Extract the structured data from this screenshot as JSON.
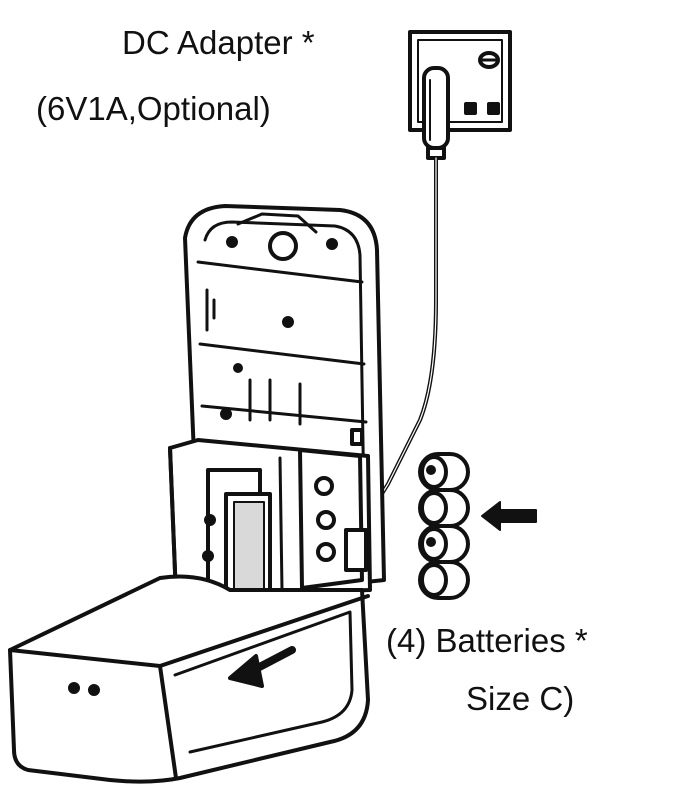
{
  "labels": {
    "adapter": "DC Adapter *",
    "adapter_spec": "(6V1A,Optional)",
    "batteries": "(4) Batteries *",
    "battery_size": "Size  C)"
  },
  "colors": {
    "ink": "#111111",
    "paper": "#ffffff",
    "shade": "#d9d9d9"
  },
  "icons": [
    "wall-outlet-icon",
    "power-plug-icon",
    "battery-icon",
    "arrow-left-icon"
  ]
}
